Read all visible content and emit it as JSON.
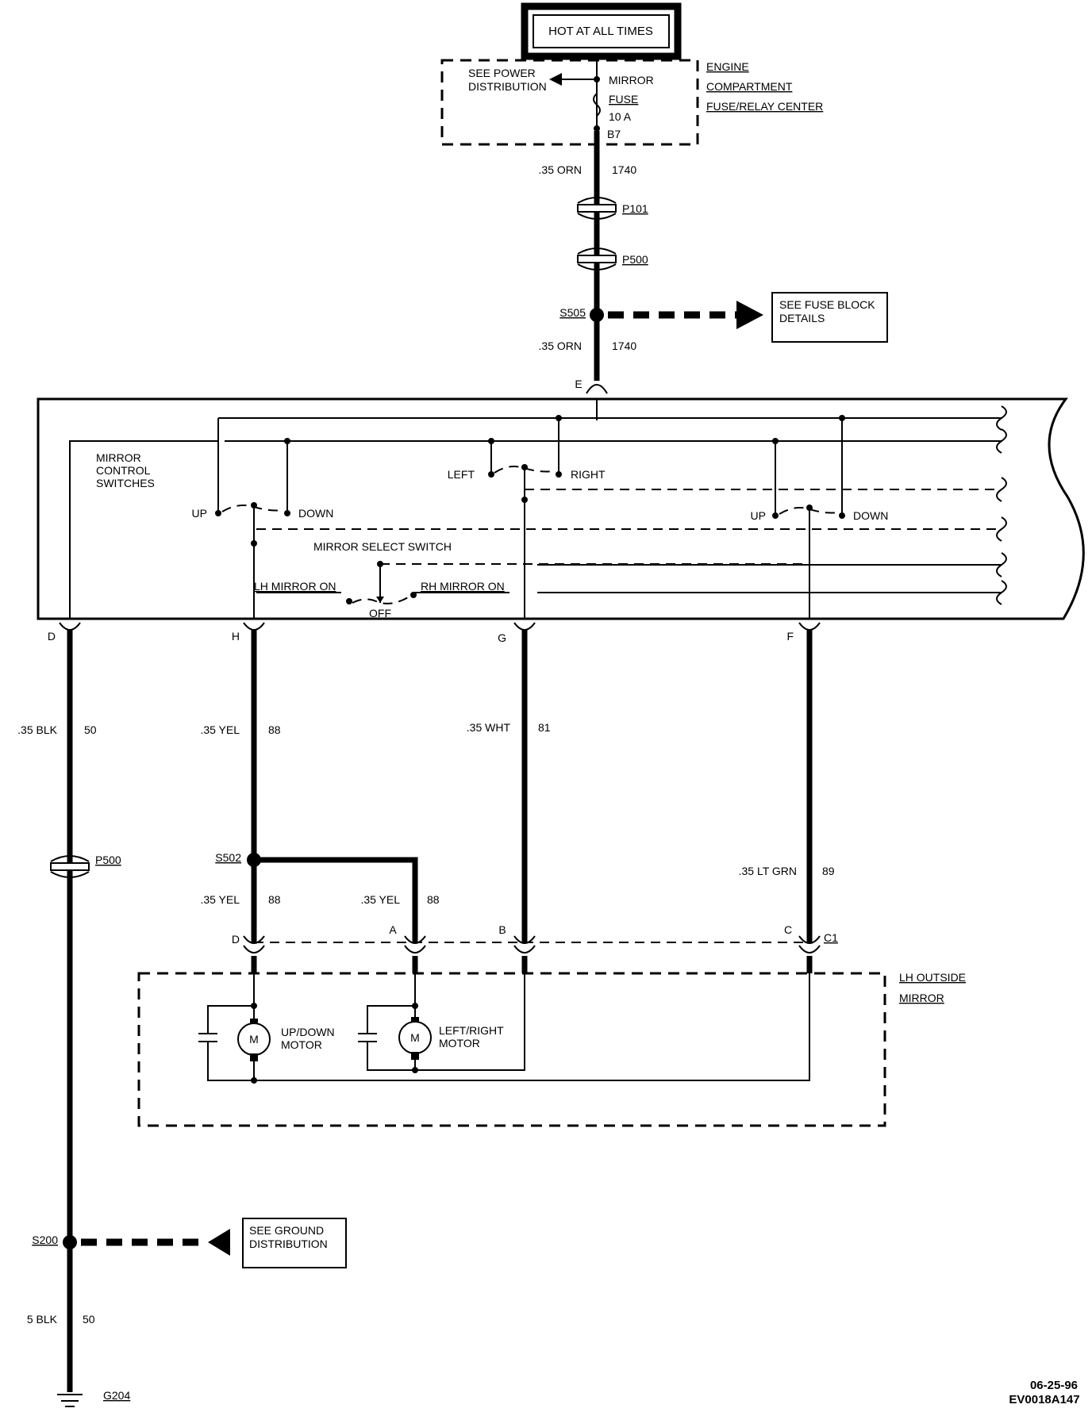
{
  "hot_box": "HOT AT ALL TIMES",
  "power_dist": [
    "SEE POWER",
    "DISTRIBUTION"
  ],
  "fuse": {
    "name": "MIRROR",
    "type": "FUSE",
    "rating": "10 A",
    "terminal": "B7"
  },
  "fuse_center": [
    "ENGINE",
    "COMPARTMENT",
    "FUSE/RELAY CENTER"
  ],
  "wire_top": {
    "gauge": ".35 ORN",
    "circuit": "1740"
  },
  "connectors": {
    "p101": "P101",
    "p500": "P500",
    "s505": "S505",
    "s502": "S502",
    "s200": "S200",
    "g204": "G204",
    "c1": "C1"
  },
  "fuse_block_ref": [
    "SEE FUSE BLOCK",
    "DETAILS"
  ],
  "switch_pins": {
    "e": "E",
    "d": "D",
    "h": "H",
    "g": "G",
    "f": "F"
  },
  "switch": {
    "title": [
      "MIRROR",
      "CONTROL",
      "SWITCHES"
    ],
    "up": "UP",
    "down": "DOWN",
    "left": "LEFT",
    "right": "RIGHT",
    "select": "MIRROR SELECT SWITCH",
    "lh_on": "LH MIRROR ON",
    "rh_on": "RH MIRROR ON",
    "off": "OFF"
  },
  "wires": {
    "d": {
      "gauge": ".35 BLK",
      "circuit": "50"
    },
    "h": {
      "gauge": ".35 YEL",
      "circuit": "88"
    },
    "g": {
      "gauge": ".35 WHT",
      "circuit": "81"
    },
    "f": {
      "gauge": ".35 LT GRN",
      "circuit": "89"
    },
    "d2": {
      "gauge": ".35 YEL",
      "circuit": "88"
    },
    "a2": {
      "gauge": ".35 YEL",
      "circuit": "88"
    },
    "gnd": {
      "gauge": "5 BLK",
      "circuit": "50"
    }
  },
  "mirror_pins": {
    "d": "D",
    "a": "A",
    "b": "B",
    "c": "C"
  },
  "mirror": {
    "title": [
      "LH OUTSIDE",
      "MIRROR"
    ],
    "motor_letter": "M",
    "ud_motor": [
      "UP/DOWN",
      "MOTOR"
    ],
    "lr_motor": [
      "LEFT/RIGHT",
      "MOTOR"
    ]
  },
  "ground_ref": [
    "SEE GROUND",
    "DISTRIBUTION"
  ],
  "footer": {
    "date": "06-25-96",
    "code": "EV0018A147"
  }
}
